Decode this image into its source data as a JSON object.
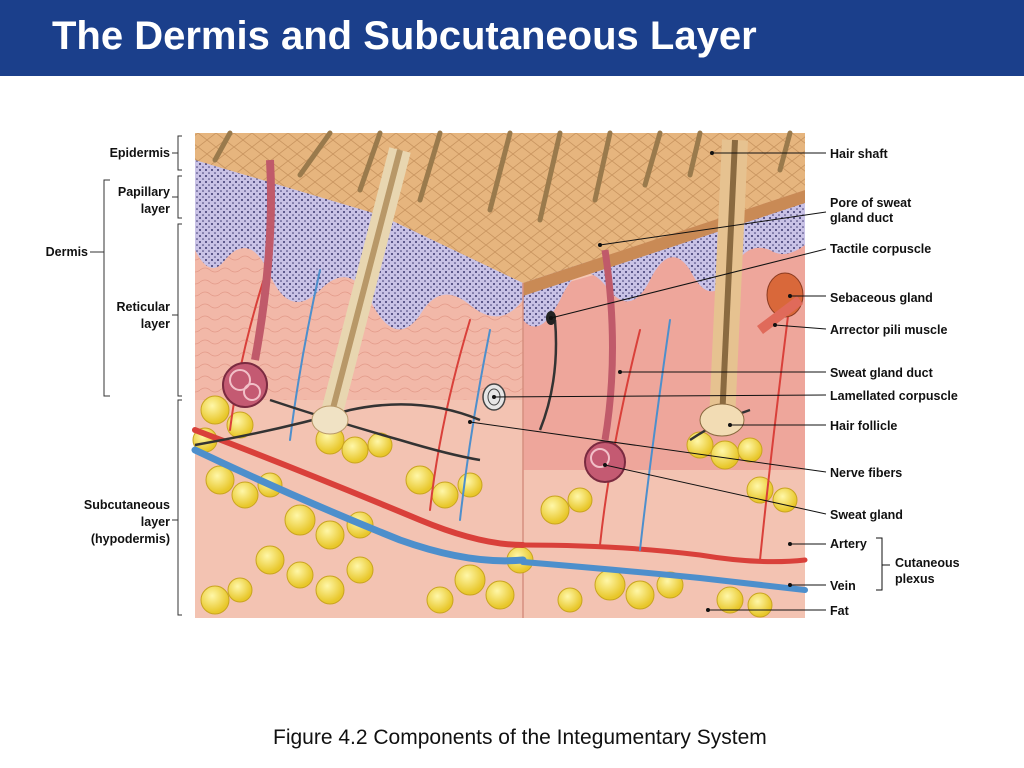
{
  "title": "The Dermis and Subcutaneous Layer",
  "caption": "Figure 4.2  Components of the Integumentary System",
  "left_labels": {
    "epidermis": "Epidermis",
    "papillary_1": "Papillary",
    "papillary_2": "layer",
    "dermis": "Dermis",
    "reticular_1": "Reticular",
    "reticular_2": "layer",
    "subcutaneous_1": "Subcutaneous",
    "subcutaneous_2": "layer",
    "subcutaneous_3": "(hypodermis)"
  },
  "right_labels": {
    "hair_shaft": "Hair shaft",
    "pore_1": "Pore of sweat",
    "pore_2": "gland duct",
    "tactile_corpuscle": "Tactile corpuscle",
    "sebaceous_gland": "Sebaceous gland",
    "arrector_pili": "Arrector pili muscle",
    "sweat_gland_duct": "Sweat gland duct",
    "lamellated_corpuscle": "Lamellated corpuscle",
    "hair_follicle": "Hair follicle",
    "nerve_fibers": "Nerve fibers",
    "sweat_gland": "Sweat gland",
    "artery": "Artery",
    "vein": "Vein",
    "fat": "Fat",
    "cutaneous_1": "Cutaneous",
    "cutaneous_2": "plexus"
  },
  "colors": {
    "title_bar": "#1b3f8b",
    "title_text": "#ffffff",
    "dermis": "#f0b5a6",
    "epidermis_surface": "#e3b27c",
    "fat": "#f4e04a",
    "artery": "#d9403a",
    "vein": "#4d8fcc",
    "nerve": "#333333"
  }
}
